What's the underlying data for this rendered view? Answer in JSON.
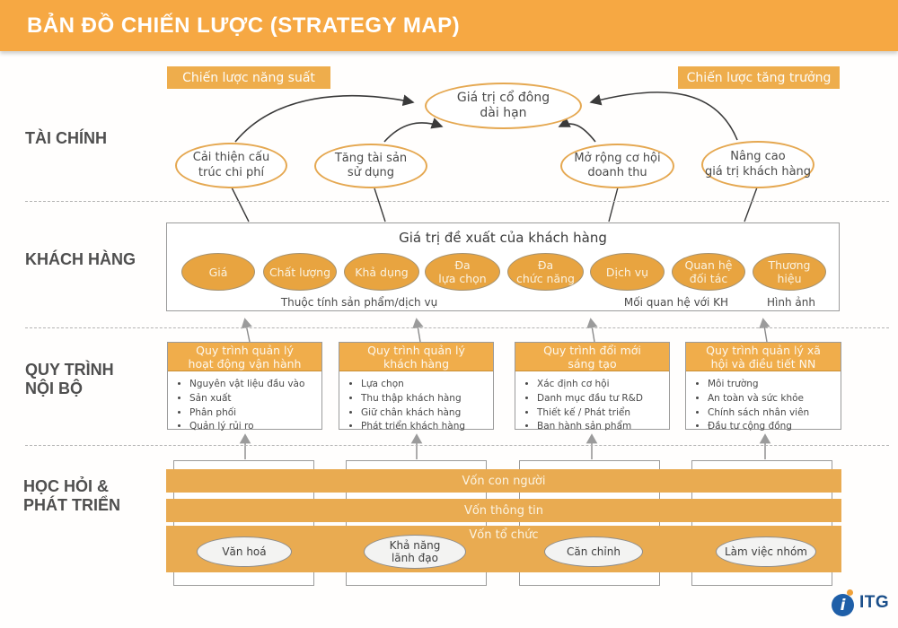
{
  "header": {
    "title": "BẢN ĐỒ CHIẾN LƯỢC (STRATEGY MAP)"
  },
  "palette": {
    "header_orange": "#f6a843",
    "pill_orange": "#eead4c",
    "node_fill_orange": "#e8a440",
    "node_border_orange": "#e5a851",
    "bar_orange": "#e9ab51",
    "box_border_gray": "#9b9b9b",
    "text_dark": "#4a4a4a",
    "logo_blue": "#1f5fa8"
  },
  "rows": {
    "finance": "TÀI CHÍNH",
    "customer": "KHÁCH HÀNG",
    "process": "QUY TRÌNH\nNỘI BỘ",
    "learning": "HỌC HỎI &\nPHÁT TRIỂN"
  },
  "finance": {
    "left_strategy": "Chiến lược năng suất",
    "right_strategy": "Chiến lược tăng trưởng",
    "goal": "Giá trị cổ đông\ndài hạn",
    "ellipses": [
      "Cải thiện cấu\ntrúc chi phí",
      "Tăng tài sản\nsử dụng",
      "Mở rộng cơ hội\ndoanh thu",
      "Nâng cao\ngiá trị khách hàng"
    ]
  },
  "customer": {
    "title": "Giá trị đề xuất của khách hàng",
    "ellipses": [
      "Giá",
      "Chất lượng",
      "Khả dụng",
      "Đa\nlựa chọn",
      "Đa\nchức năng",
      "Dịch vụ",
      "Quan hệ\nđối tác",
      "Thương\nhiệu"
    ],
    "labels": [
      "Thuộc tính sản phẩm/dịch vụ",
      "Mối quan hệ với KH",
      "Hình ảnh"
    ]
  },
  "process": {
    "boxes": [
      {
        "title": "Quy trình quản lý\nhoạt động vận hành",
        "items": [
          "Nguyên vật liệu đầu vào",
          "Sản xuất",
          "Phân phối",
          "Quản lý rủi ro"
        ]
      },
      {
        "title": "Quy trình quản lý\nkhách hàng",
        "items": [
          "Lựa chọn",
          "Thu thập khách hàng",
          "Giữ chân khách hàng",
          "Phát triển khách hàng"
        ]
      },
      {
        "title": "Quy trình đổi mới\nsáng tạo",
        "items": [
          "Xác định cơ hội",
          "Danh mục đầu tư R&D",
          "Thiết kế / Phát triển",
          "Ban hành sản phẩm"
        ]
      },
      {
        "title": "Quy trình quản lý xã\nhội và điều tiết NN",
        "items": [
          "Môi trường",
          "An toàn và sức khỏe",
          "Chính sách nhân viên",
          "Đầu tư cộng đồng"
        ]
      }
    ]
  },
  "learning": {
    "bars": [
      "Vốn con người",
      "Vốn thông tin",
      "Vốn tổ chức"
    ],
    "ellipses": [
      "Văn hoá",
      "Khả năng\nlãnh đạo",
      "Căn chỉnh",
      "Làm việc nhóm"
    ]
  },
  "logo": {
    "text": "ITG"
  }
}
